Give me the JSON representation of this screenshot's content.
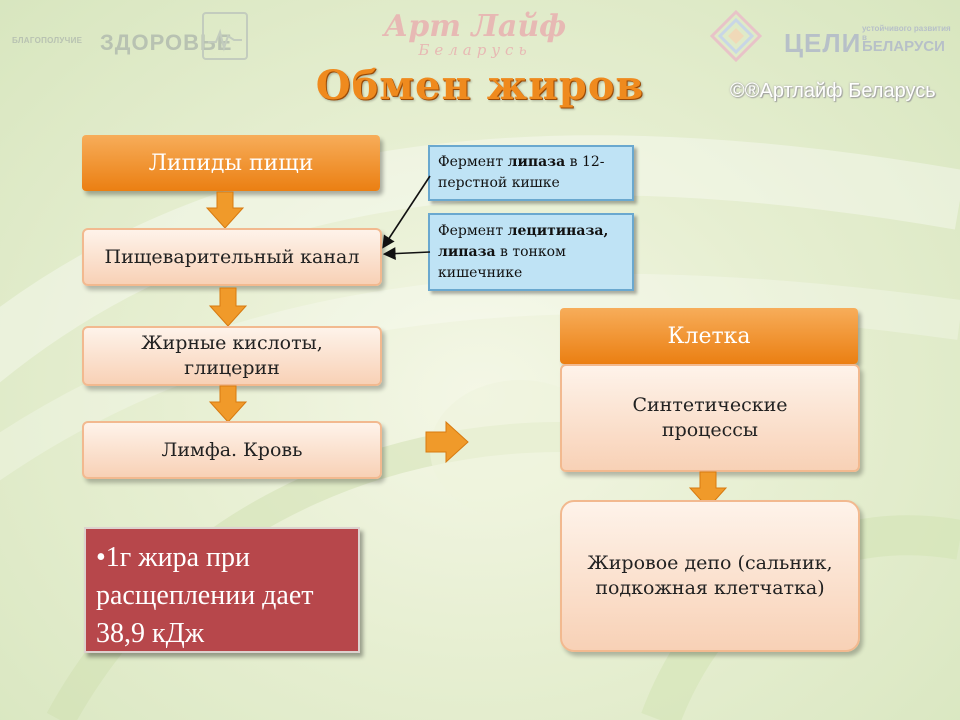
{
  "header": {
    "logo_left_small": "БЛАГОПОЛУЧИЕ",
    "logo_left_big": "ЗДОРОВЬЕ",
    "logo_center_line1": "Арт Лайф",
    "logo_center_line2": "Беларусь",
    "logo_right_main": "ЦЕЛИ",
    "logo_right_sub1": "устойчивого развития в",
    "logo_right_sub2": "БЕЛАРУСИ",
    "copyright": "©®Артлайф Беларусь"
  },
  "title": "Обмен жиров",
  "left_column": {
    "step1": "Липиды пищи",
    "step2": "Пищеварительный канал",
    "step3": "Жирные кислоты,\nглицерин",
    "step4": "Лимфа. Кровь"
  },
  "enzymes": {
    "note1_pre": "Фермент ",
    "note1_bold": "липаза",
    "note1_post": " в 12-перстной кишке",
    "note2_pre": "Фермент ",
    "note2_bold": "лецитиназа, липаза",
    "note2_post": " в тонком кишечнике"
  },
  "fact": "•1г жира при расщеплении дает 38,9 кДж",
  "right_column": {
    "header": "Клетка",
    "synth": "Синтетические\nпроцессы",
    "depot": "Жировое депо (сальник,\nподкожная клетчатка)"
  },
  "colors": {
    "accent": "#eb7f12",
    "light_box": "#f8d1b6",
    "note_box": "#bfe3f5",
    "fact_box": "#b7474b",
    "title": "#ef8a1e"
  }
}
